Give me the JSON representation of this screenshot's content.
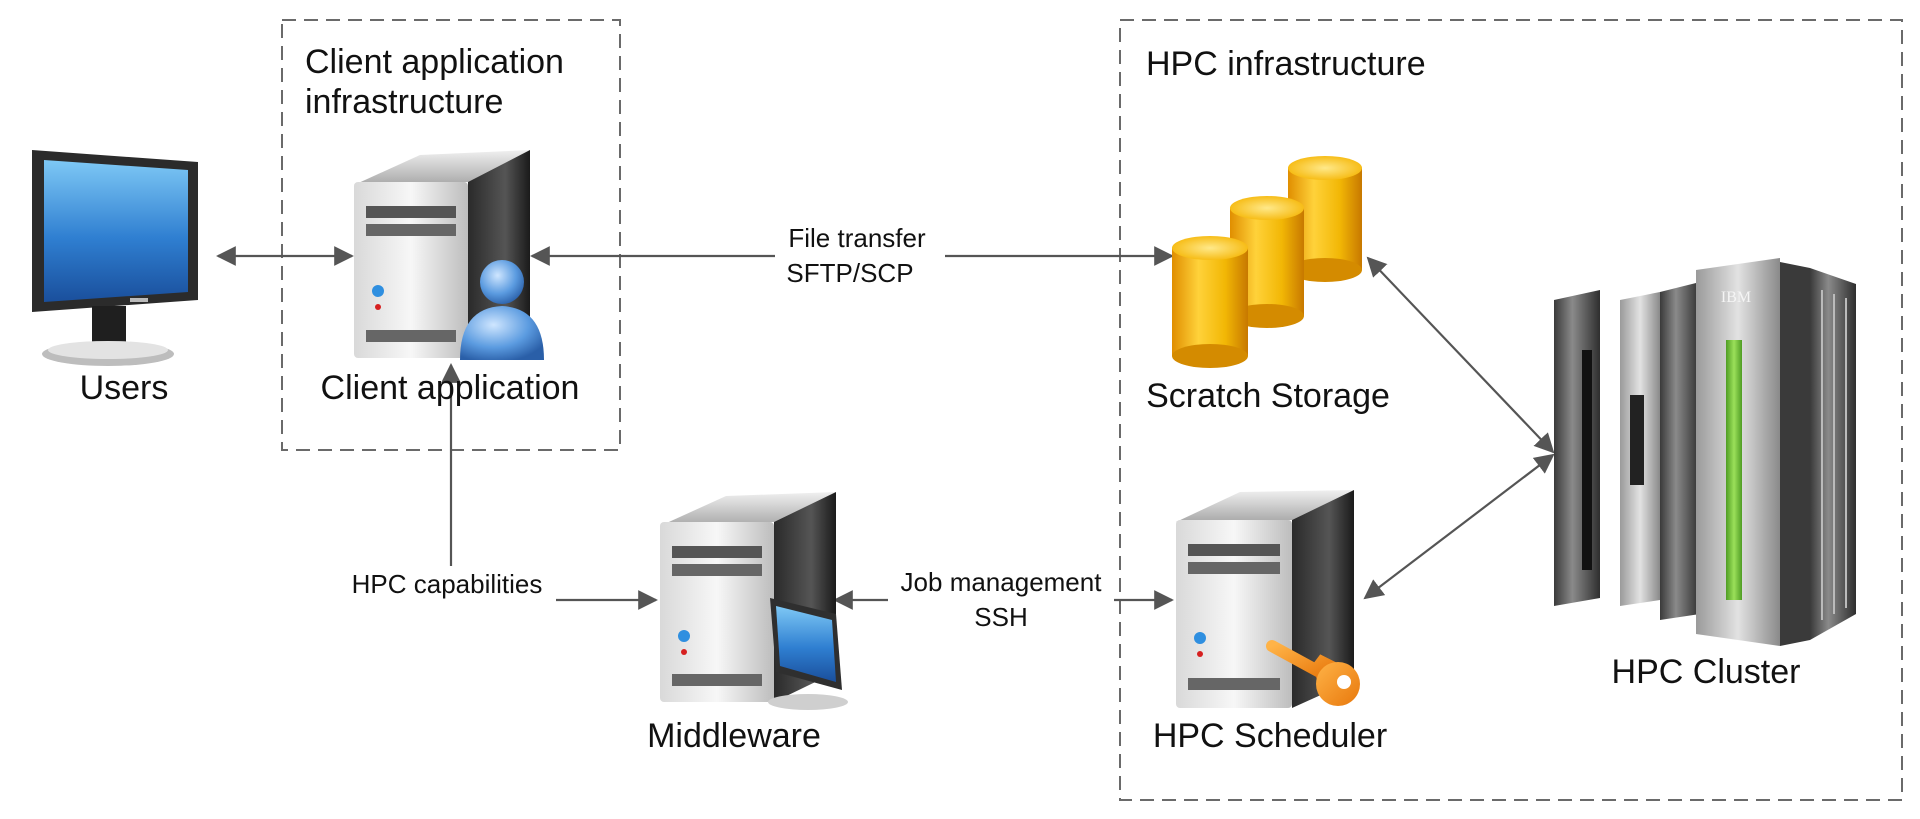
{
  "groups": {
    "client_infra": {
      "title_line1": "Client application",
      "title_line2": "infrastructure"
    },
    "hpc_infra": {
      "title": "HPC infrastructure"
    }
  },
  "nodes": {
    "users": {
      "label": "Users",
      "icon": "monitor-icon"
    },
    "client_app": {
      "label": "Client application",
      "icon": "server-with-user-icon"
    },
    "middleware": {
      "label": "Middleware",
      "icon": "server-with-screen-icon"
    },
    "scratch": {
      "label": "Scratch Storage",
      "icon": "database-cylinders-icon"
    },
    "scheduler": {
      "label": "HPC Scheduler",
      "icon": "server-with-key-icon"
    },
    "cluster": {
      "label": "HPC Cluster",
      "icon": "mainframe-icon",
      "brand": "IBM"
    }
  },
  "edges": {
    "file_transfer": {
      "line1": "File transfer",
      "line2": "SFTP/SCP"
    },
    "job_mgmt": {
      "line1": "Job management",
      "line2": "SSH"
    },
    "hpc_capabilities": {
      "label": "HPC capabilities"
    }
  },
  "colors": {
    "dash_border": "#6a6a6a",
    "connector": "#555555",
    "storage_gold": "#f2b705",
    "screen_blue": "#2f7fd1",
    "key_orange": "#f7941d",
    "cluster_green": "#7ac943"
  }
}
